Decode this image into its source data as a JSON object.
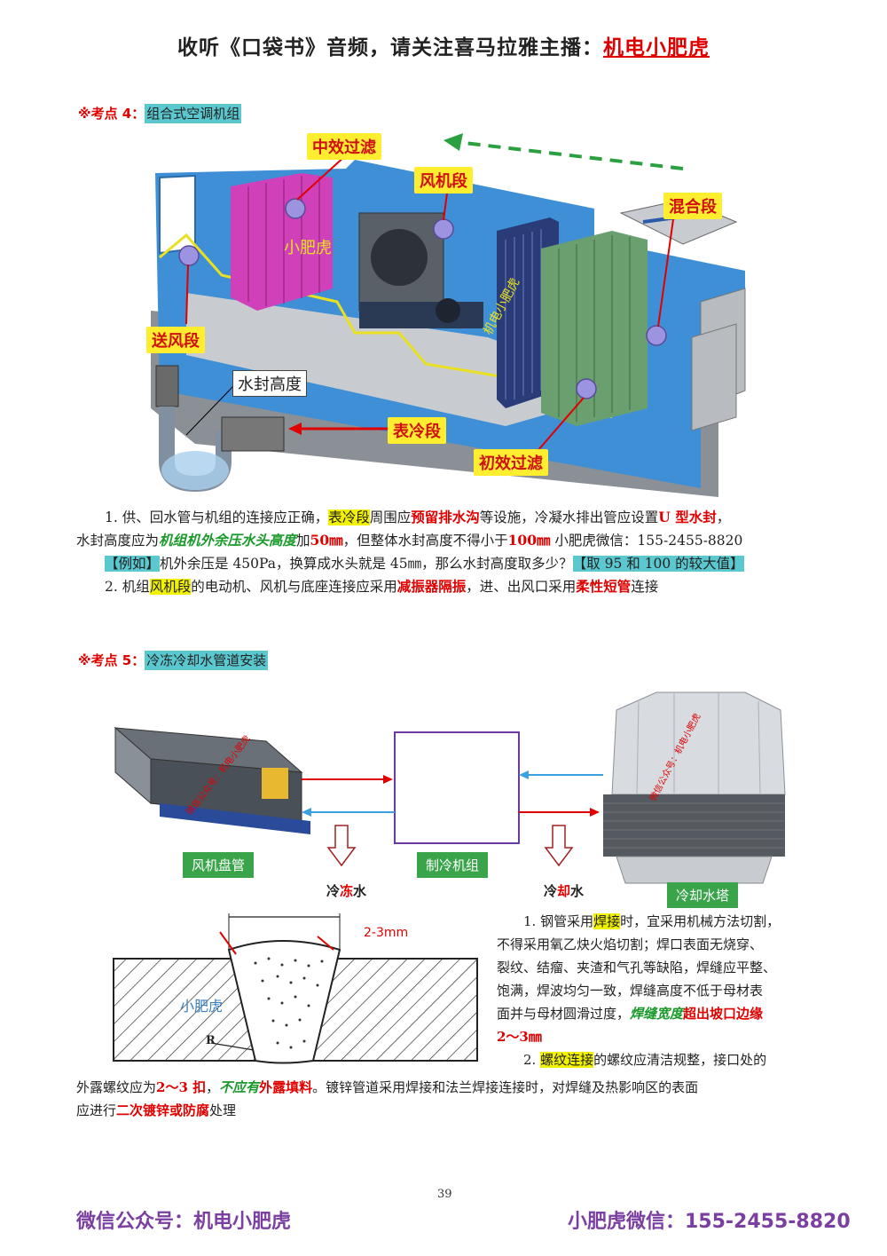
{
  "header": {
    "prefix": "收听《口袋书》音频，请关注喜马拉雅主播：",
    "host": "机电小肥虎"
  },
  "kp4": {
    "prefix": "※考点 4：",
    "title": "组合式空调机组"
  },
  "ahu_labels": {
    "mid_filter": "中效过滤",
    "fan": "风机段",
    "mix": "混合段",
    "supply": "送风段",
    "seal_height": "水封高度",
    "cooling": "表冷段",
    "primary_filter": "初效过滤",
    "wm1": "小肥虎",
    "wm2": "机电小肥虎"
  },
  "p1": {
    "a": "1. 供、回水管与机组的连接应正确，",
    "b": "表冷段",
    "c": "周围应",
    "d": "预留排水沟",
    "e": "等设施，冷凝水排出管应设置",
    "f": "U 型水封",
    "g": "，",
    "h": "水封高度应为",
    "i": "机组机外余压水头高度",
    "j": "加",
    "k": "50㎜",
    "l": "，但整体水封高度不得小于",
    "m": "100㎜",
    "n": " 小肥虎微信：155-2455-8820"
  },
  "p1ex": {
    "a": "【例如】",
    "b": "机外余压是 450Pa，换算成水头就是 45㎜，那么水封高度取多少？",
    "c": "【取 95 和 100 的较大值】"
  },
  "p2": {
    "a": "2. 机组",
    "b": "风机段",
    "c": "的电动机、风机与底座连接应采用",
    "d": "减振器隔振",
    "e": "，进、出风口采用",
    "f": "柔性短管",
    "g": "连接"
  },
  "kp5": {
    "prefix": "※考点 5：",
    "title": "冷冻冷却水管道安装"
  },
  "diagram": {
    "fcu": "风机盘管",
    "chiller": "制冷机组",
    "tower": "冷却水塔",
    "chilled_a": "冷",
    "chilled_b": "冻",
    "chilled_c": "水",
    "cooling_a": "冷",
    "cooling_b": "却",
    "cooling_c": "水",
    "wm_fcu": "微信公众号：机电小肥虎",
    "wm_tower": "微信公众号：机电小肥虎",
    "weld_size": "2-3mm",
    "weld_r": "R",
    "weld_wm": "小肥虎"
  },
  "p3": {
    "a": "1. 钢管采用",
    "b": "焊接",
    "c": "时，宜采用机械方法切割，",
    "d": "不得采用氧乙炔火焰切割；焊口表面无烧穿、",
    "e": "裂纹、结瘤、夹渣和气孔等缺陷，焊缝应平整、",
    "f": "饱满，焊波均匀一致，焊缝高度不低于母材表",
    "g": "面并与母材圆滑过度，",
    "h": "焊缝宽度",
    "i": "超出坡口边缘",
    "j": "2～3㎜"
  },
  "p4": {
    "a": "2. ",
    "b": "螺纹连接",
    "c": "的螺纹应清洁规整，接口处的",
    "d": "外露螺纹应为",
    "e": "2～3 扣",
    "f": "，",
    "g": "不应有",
    "h": "外露填料",
    "i": "。镀锌管道采用焊接和法兰焊接连接时，对焊缝及热影响区的表面",
    "j": "应进行",
    "k": "二次镀锌或防腐",
    "l": "处理"
  },
  "page_number": "39",
  "footer": {
    "left": "微信公众号：机电小肥虎",
    "right": "小肥虎微信：155-2455-8820"
  },
  "colors": {
    "accent_red": "#e00000",
    "highlight": "#f2f200",
    "tag_cyan": "#5bc8d0",
    "footer_purple": "#7a3fa0",
    "label_green": "#3aa44a"
  }
}
